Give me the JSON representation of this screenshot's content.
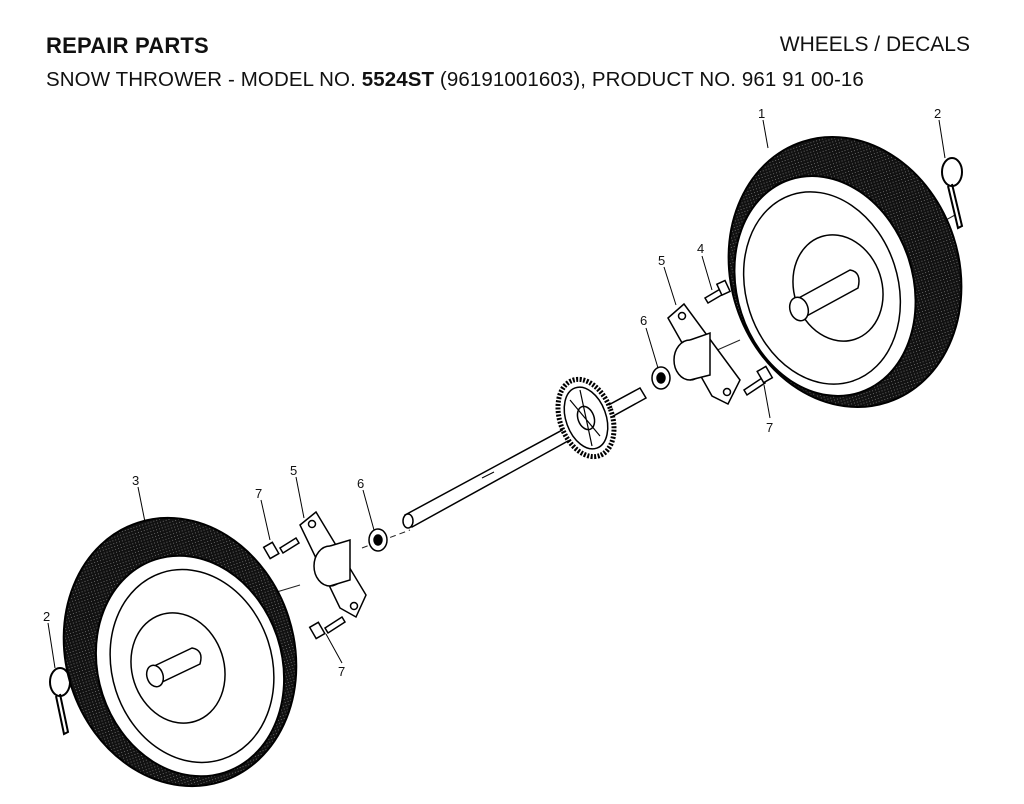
{
  "header": {
    "section": "REPAIR PARTS",
    "page_topic": "WHEELS / DECALS",
    "subtitle_prefix": "SNOW THROWER - MODEL NO. ",
    "model_no": "5524ST",
    "subtitle_suffix": " (96191001603), PRODUCT NO. 961 91 00-16"
  },
  "callouts": {
    "wheel_right": "1",
    "pin_right": "2",
    "bolt_upper": "4",
    "bearing_right": "5",
    "washer_right": "6",
    "bolt_right_lower": "7",
    "wheel_left": "3",
    "pin_left": "2",
    "bearing_left": "5",
    "washer_left": "6",
    "bolt_left_upper": "7",
    "bolt_left_lower": "7"
  }
}
